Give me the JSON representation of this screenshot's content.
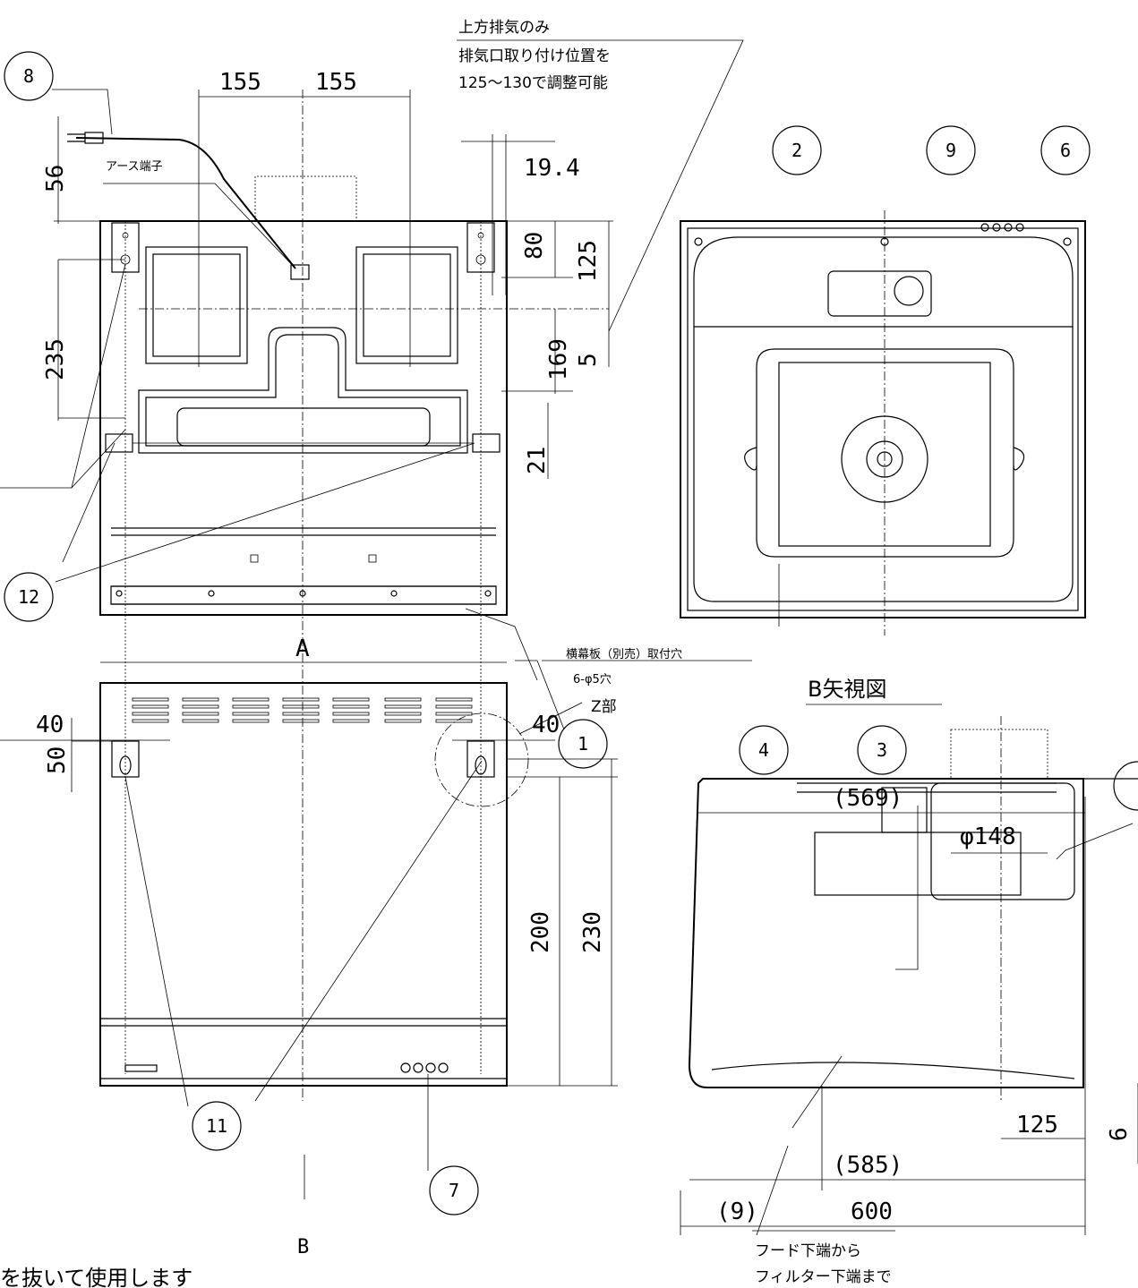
{
  "notes": {
    "exhaust_line1": "上方排気のみ",
    "exhaust_line2": "排気口取り付け位置を",
    "exhaust_line3": "125～130で調整可能",
    "earth_terminal": "アース端子",
    "valance_line1": "横幕板（別売）取付穴",
    "valance_line2": "6-φ5穴",
    "b_view": "B矢視図",
    "z_part": "Z部",
    "hood_line1": "フード下端から",
    "hood_line2": "フィルター下端まで",
    "bottom_partial": "を抜いて使用します"
  },
  "dimensions": {
    "d155a": "155",
    "d155b": "155",
    "d19_4": "19.4",
    "d56": "56",
    "d80": "80",
    "d125a": "125",
    "d235": "235",
    "d169": "169",
    "d5": "5",
    "d21": "21",
    "dA": "A",
    "d40a": "40",
    "d40b": "40",
    "d50": "50",
    "d200": "200",
    "d230": "230",
    "dB": "B",
    "d569": "(569)",
    "dphi148": "φ148",
    "d125b": "125",
    "d585": "(585)",
    "d9": "(9)",
    "d600": "600",
    "d6": "6"
  },
  "balloons": {
    "b1": "1",
    "b2": "2",
    "b3": "3",
    "b4": "4",
    "b6": "6",
    "b7": "7",
    "b8": "8",
    "b9": "9",
    "b11": "11",
    "b12": "12"
  }
}
